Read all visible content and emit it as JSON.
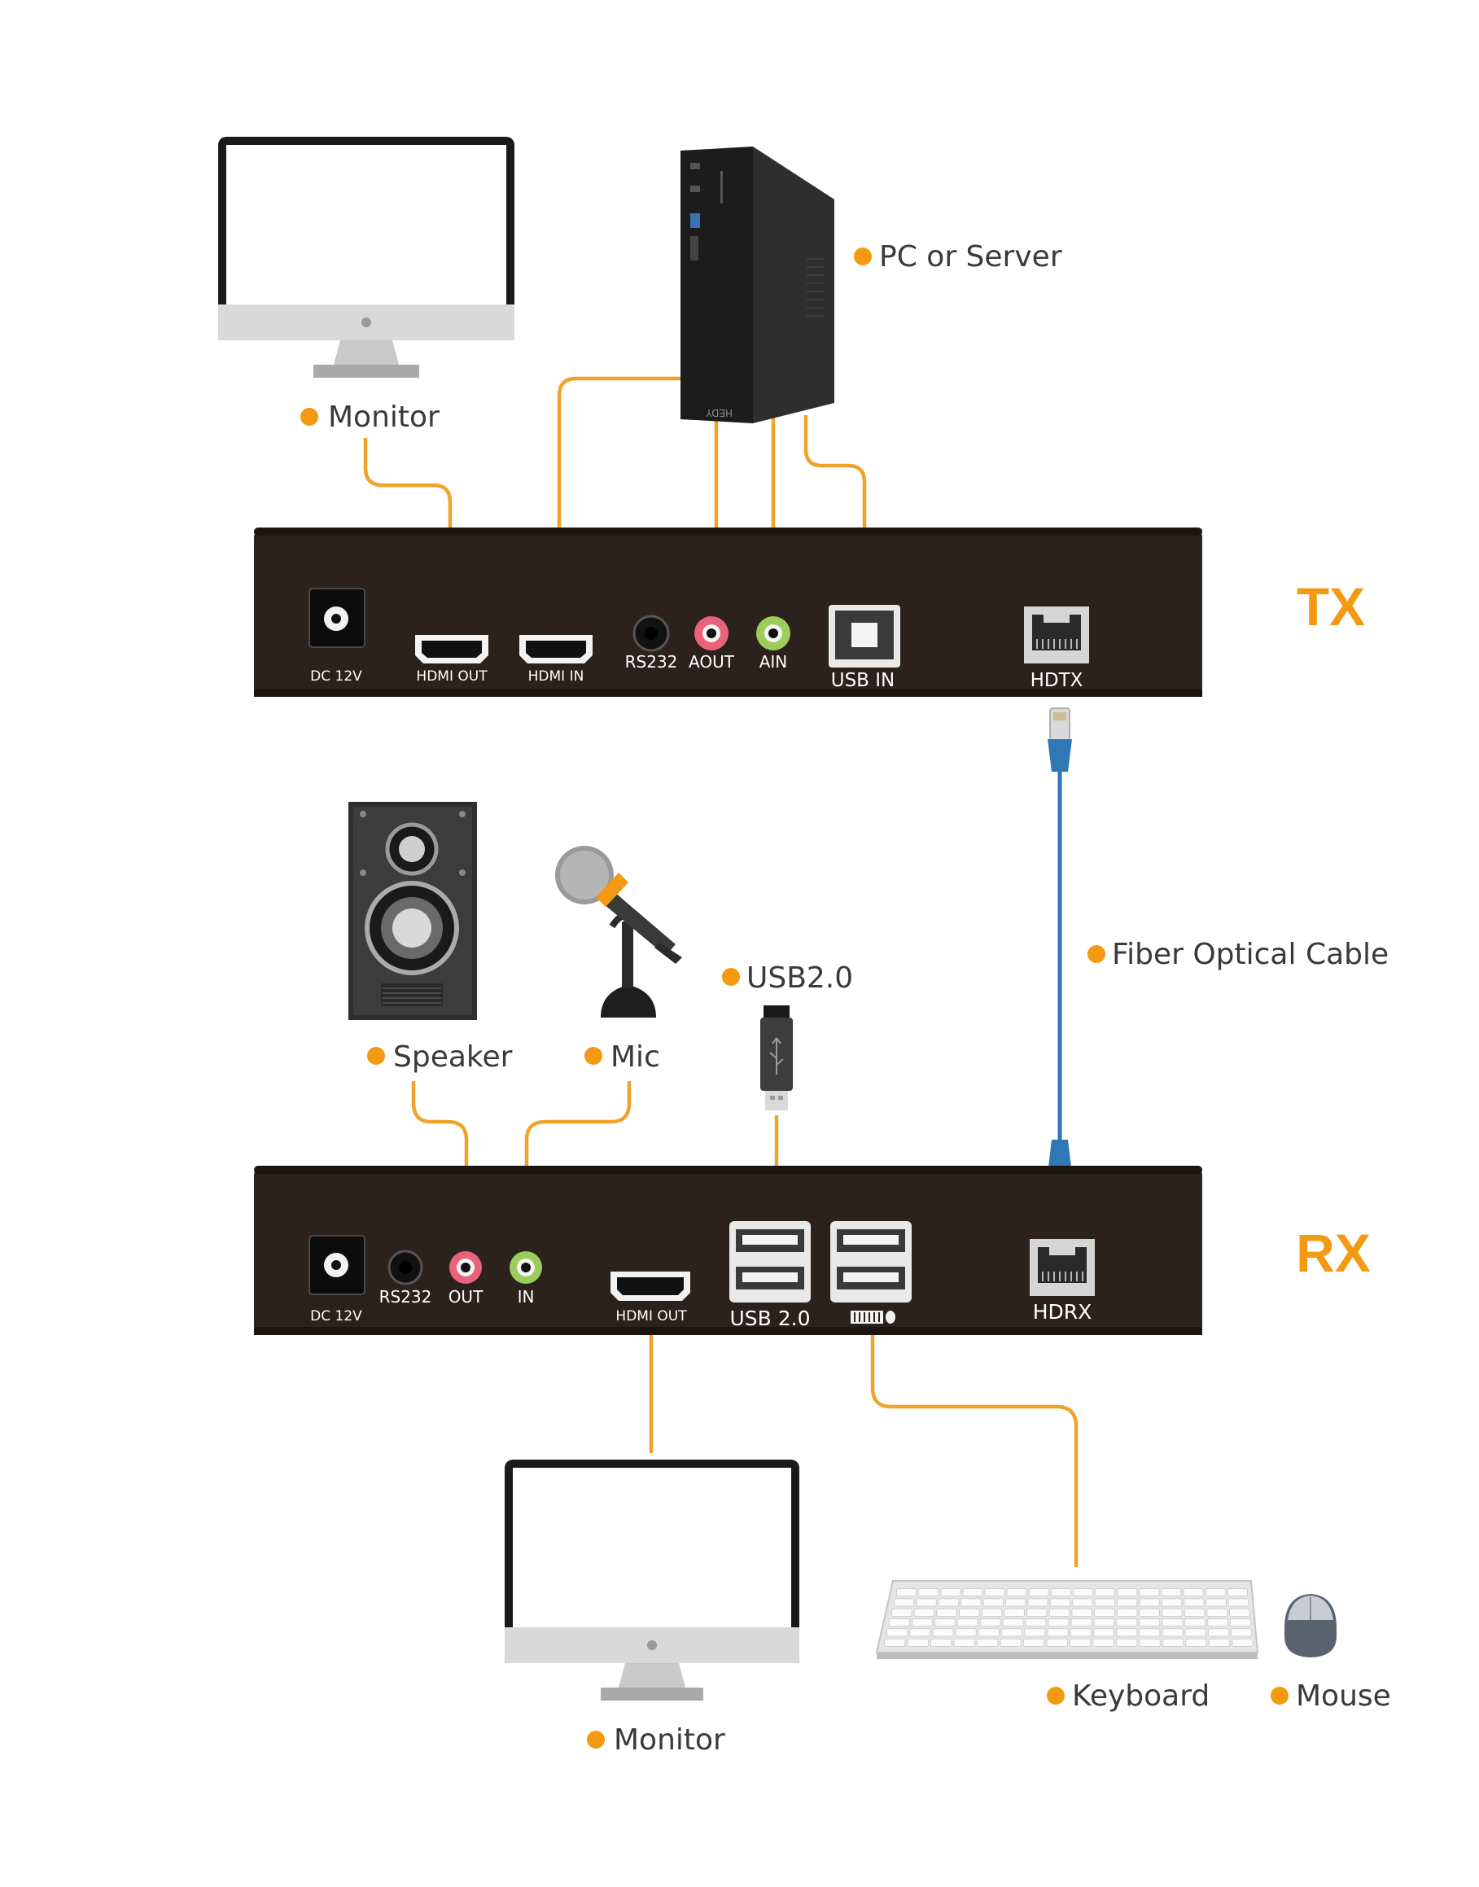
{
  "colors": {
    "accent": "#f39a12",
    "cable": "#f0a22a",
    "fiber": "#2f78b5",
    "box": "#2b211d",
    "text": "#3a3a3a"
  },
  "labels": {
    "pc": "PC or Server",
    "monitor_top": "Monitor",
    "speaker": "Speaker",
    "mic": "Mic",
    "usb_drive": "USB2.0",
    "fiber": "Fiber Optical Cable",
    "monitor_bottom": "Monitor",
    "keyboard": "Keyboard",
    "mouse": "Mouse"
  },
  "pc_brand": "HEDY",
  "tx": {
    "title": "TX",
    "ports": {
      "dc": "DC 12V",
      "hdmi_out": "HDMI OUT",
      "hdmi_in": "HDMI IN",
      "rs232": "RS232",
      "aout": "AOUT",
      "ain": "AIN",
      "usb_in": "USB IN",
      "hdtx": "HDTX"
    }
  },
  "rx": {
    "title": "RX",
    "ports": {
      "dc": "DC 12V",
      "rs232": "RS232",
      "out": "OUT",
      "in": "IN",
      "hdmi_out": "HDMI OUT",
      "usb": "USB 2.0",
      "hdrx": "HDRX"
    }
  },
  "icons": [
    "monitor-icon",
    "pc-tower-icon",
    "speaker-icon",
    "microphone-icon",
    "usb-drive-icon",
    "keyboard-icon",
    "mouse-icon",
    "rj45-connector-icon"
  ]
}
